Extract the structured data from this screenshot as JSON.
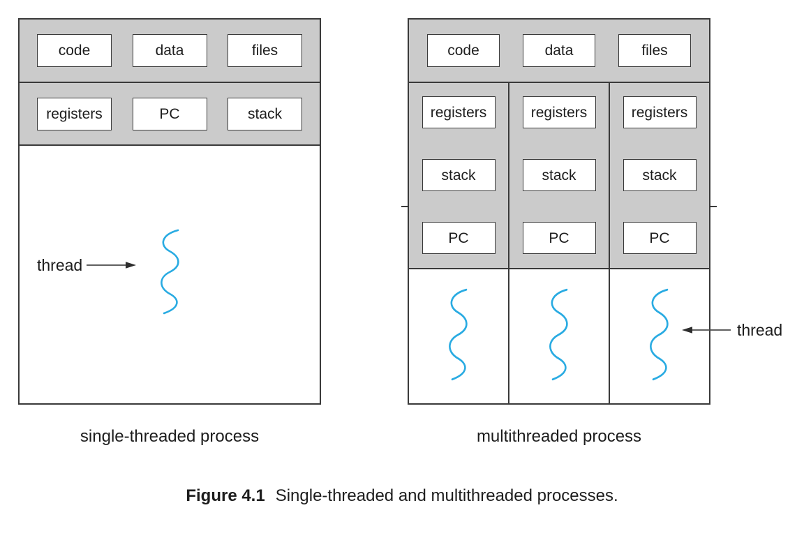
{
  "colors": {
    "background": "#ffffff",
    "panel_gray": "#cbcbcb",
    "line_dark": "#3a3a3a",
    "thread_cyan": "#29abe2",
    "text_dark": "#1d1d1d"
  },
  "left_diagram": {
    "resources": [
      "code",
      "data",
      "files"
    ],
    "context": [
      "registers",
      "PC",
      "stack"
    ],
    "thread_label": "thread",
    "label": "single-threaded process"
  },
  "right_diagram": {
    "resources": [
      "code",
      "data",
      "files"
    ],
    "columns": [
      [
        "registers",
        "stack",
        "PC"
      ],
      [
        "registers",
        "stack",
        "PC"
      ],
      [
        "registers",
        "stack",
        "PC"
      ]
    ],
    "thread_label": "thread",
    "label": "multithreaded process"
  },
  "caption": {
    "label": "Figure 4.1",
    "text": "Single-threaded and multithreaded processes."
  }
}
